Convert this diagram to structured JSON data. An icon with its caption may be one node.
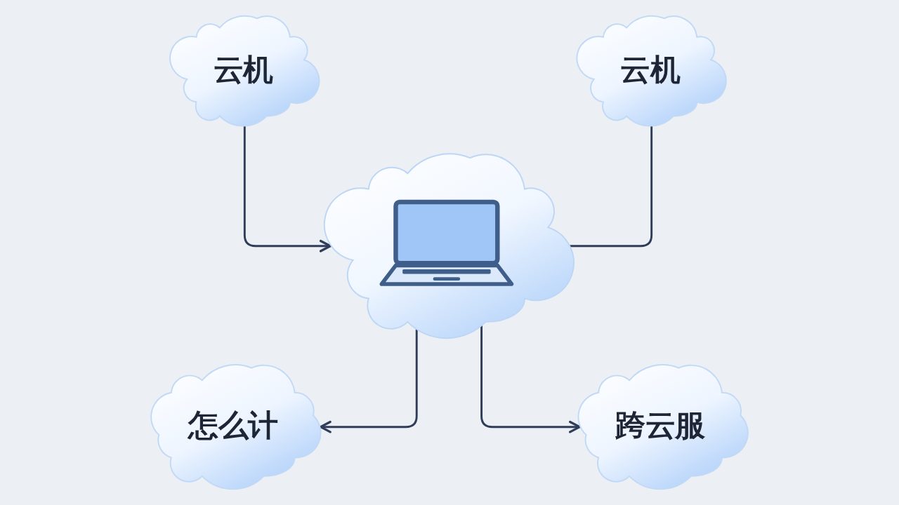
{
  "diagram": {
    "nodes": [
      {
        "text": [
          "云机"
        ]
      },
      {
        "text": [
          "云机"
        ]
      },
      {
        "text": [],
        "shape": "cloud"
      },
      {
        "text": [
          "怎么计"
        ]
      },
      {
        "text": [
          "跨云服"
        ]
      }
    ],
    "edges": [
      {
        "from": 0,
        "to": 2,
        "arrow": "to"
      },
      {
        "from": 1,
        "to": 2,
        "arrow": "none"
      },
      {
        "from": 2,
        "to": 3,
        "arrow": "to"
      },
      {
        "from": 2,
        "to": 4,
        "arrow": "to"
      }
    ]
  }
}
